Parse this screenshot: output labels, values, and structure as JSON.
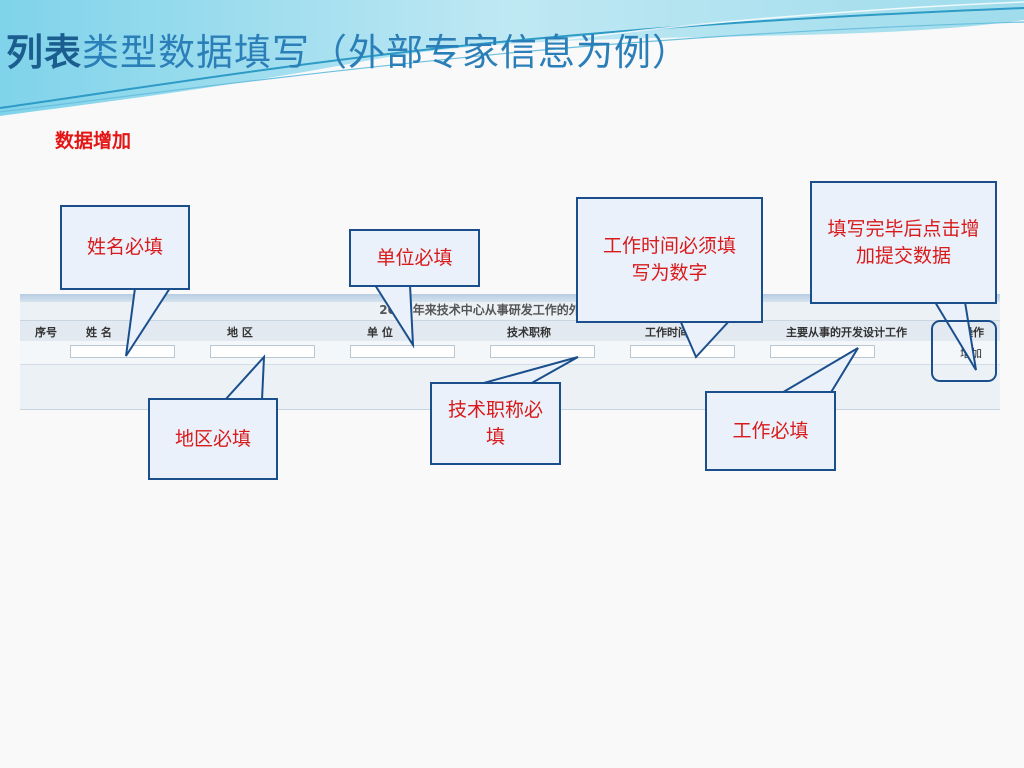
{
  "slide": {
    "title_bold": "列表",
    "title_rest": "类型数据填写（外部专家信息为例）",
    "section_label": "数据增加"
  },
  "form": {
    "title": "2011年来技术中心从事研发工作的外部专家信息",
    "columns": [
      "序号",
      "姓 名",
      "地 区",
      "单 位",
      "技术职称",
      "工作时间(月)",
      "主要从事的开发设计工作",
      "操作"
    ],
    "add_button": "增加"
  },
  "callouts": {
    "name": "姓名必填",
    "region": "地区必填",
    "unit": "单位必填",
    "title": "技术职称必填",
    "worktime": "工作时间必须填写为数字",
    "work": "工作必填",
    "submit": "填写完毕后点击增加提交数据"
  },
  "colors": {
    "accent": "#1b4f8c",
    "callout_text": "#d91a1a",
    "callout_fill": "#eaf1fb",
    "title": "#2b7fb8"
  }
}
